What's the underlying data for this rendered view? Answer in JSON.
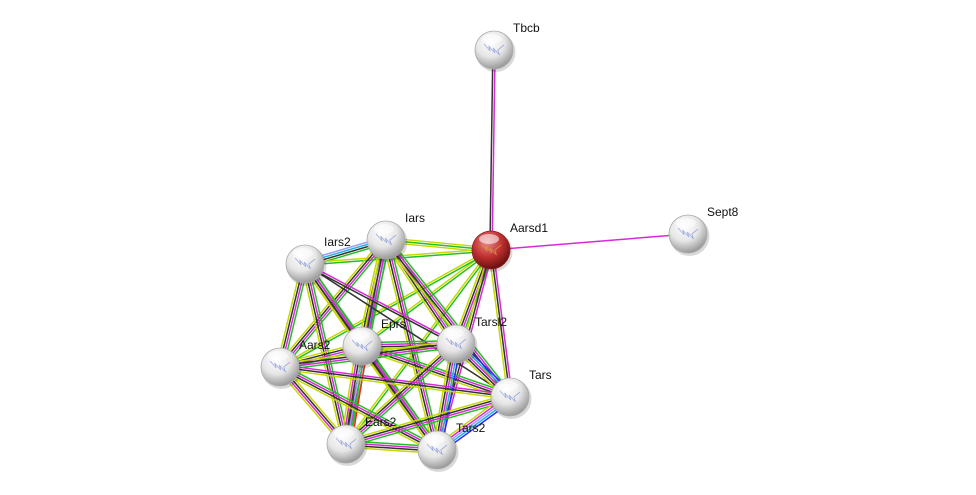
{
  "network": {
    "colors": {
      "experiments": "#d62ad6",
      "coexpression": "#333333",
      "textmining": "#c6d800",
      "neighborhood": "#22c022",
      "databases": "#22b4e0",
      "cooccurrence": "#2a2aff",
      "fusion": "#ff2020",
      "homology": "#9a9aff",
      "query_node": "#c03030",
      "node": "#e8e8e8"
    },
    "nodes": [
      {
        "id": "Tbcb",
        "label": "Tbcb"
      },
      {
        "id": "Sept8",
        "label": "Sept8"
      },
      {
        "id": "Aarsd1",
        "label": "Aarsd1",
        "query": true
      },
      {
        "id": "Iars",
        "label": "Iars"
      },
      {
        "id": "Iars2",
        "label": "Iars2"
      },
      {
        "id": "Eprs",
        "label": "Eprs"
      },
      {
        "id": "Tarsl2",
        "label": "Tarsl2"
      },
      {
        "id": "Aars2",
        "label": "Aars2"
      },
      {
        "id": "Tars",
        "label": "Tars"
      },
      {
        "id": "Ears2",
        "label": "Ears2"
      },
      {
        "id": "Tars2",
        "label": "Tars2"
      }
    ],
    "edges": [
      {
        "a": "Tbcb",
        "b": "Aarsd1",
        "ev": [
          "experiments",
          "coexpression"
        ]
      },
      {
        "a": "Aarsd1",
        "b": "Sept8",
        "ev": [
          "experiments"
        ]
      },
      {
        "a": "Iars2",
        "b": "Iars",
        "ev": [
          "homology",
          "databases",
          "coexpression",
          "neighborhood"
        ]
      },
      {
        "a": "Iars",
        "b": "Aarsd1",
        "ev": [
          "textmining",
          "neighborhood",
          "textmining"
        ]
      },
      {
        "a": "Iars2",
        "b": "Aarsd1",
        "ev": [
          "textmining",
          "neighborhood"
        ]
      },
      {
        "a": "Aarsd1",
        "b": "Tarsl2",
        "ev": [
          "neighborhood",
          "experiments",
          "coexpression",
          "textmining"
        ]
      },
      {
        "a": "Aarsd1",
        "b": "Tars",
        "ev": [
          "experiments",
          "coexpression",
          "textmining"
        ]
      },
      {
        "a": "Aarsd1",
        "b": "Tars2",
        "ev": [
          "experiments",
          "coexpression",
          "textmining"
        ]
      },
      {
        "a": "Aarsd1",
        "b": "Eprs",
        "ev": [
          "neighborhood",
          "textmining"
        ]
      },
      {
        "a": "Aarsd1",
        "b": "Aars2",
        "ev": [
          "neighborhood",
          "textmining"
        ]
      },
      {
        "a": "Aarsd1",
        "b": "Ears2",
        "ev": [
          "neighborhood",
          "textmining"
        ]
      },
      {
        "a": "Iars",
        "b": "Eprs",
        "ev": [
          "neighborhood",
          "databases",
          "experiments",
          "coexpression",
          "textmining"
        ]
      },
      {
        "a": "Iars",
        "b": "Tarsl2",
        "ev": [
          "neighborhood",
          "experiments",
          "coexpression",
          "textmining"
        ]
      },
      {
        "a": "Iars",
        "b": "Aars2",
        "ev": [
          "neighborhood",
          "experiments",
          "coexpression",
          "textmining"
        ]
      },
      {
        "a": "Iars",
        "b": "Tars",
        "ev": [
          "neighborhood",
          "experiments",
          "coexpression",
          "textmining"
        ]
      },
      {
        "a": "Iars",
        "b": "Ears2",
        "ev": [
          "neighborhood",
          "experiments",
          "coexpression",
          "textmining"
        ]
      },
      {
        "a": "Iars",
        "b": "Tars2",
        "ev": [
          "neighborhood",
          "experiments",
          "coexpression",
          "textmining"
        ]
      },
      {
        "a": "Iars2",
        "b": "Eprs",
        "ev": [
          "neighborhood",
          "experiments",
          "coexpression",
          "textmining"
        ]
      },
      {
        "a": "Iars2",
        "b": "Tarsl2",
        "ev": [
          "experiments",
          "coexpression"
        ]
      },
      {
        "a": "Iars2",
        "b": "Aars2",
        "ev": [
          "neighborhood",
          "experiments",
          "coexpression",
          "textmining"
        ]
      },
      {
        "a": "Iars2",
        "b": "Tars",
        "ev": [
          "coexpression"
        ]
      },
      {
        "a": "Iars2",
        "b": "Ears2",
        "ev": [
          "neighborhood",
          "experiments",
          "coexpression",
          "textmining"
        ]
      },
      {
        "a": "Iars2",
        "b": "Tars2",
        "ev": [
          "neighborhood",
          "experiments",
          "coexpression",
          "textmining"
        ]
      },
      {
        "a": "Eprs",
        "b": "Tarsl2",
        "ev": [
          "neighborhood",
          "experiments",
          "coexpression",
          "textmining"
        ]
      },
      {
        "a": "Eprs",
        "b": "Aars2",
        "ev": [
          "neighborhood",
          "experiments",
          "coexpression",
          "textmining"
        ]
      },
      {
        "a": "Eprs",
        "b": "Tars",
        "ev": [
          "neighborhood",
          "experiments",
          "coexpression",
          "textmining"
        ]
      },
      {
        "a": "Eprs",
        "b": "Ears2",
        "ev": [
          "fusion",
          "neighborhood",
          "homology",
          "coexpression",
          "experiments",
          "textmining"
        ]
      },
      {
        "a": "Eprs",
        "b": "Tars2",
        "ev": [
          "neighborhood",
          "experiments",
          "coexpression",
          "textmining"
        ]
      },
      {
        "a": "Tarsl2",
        "b": "Aars2",
        "ev": [
          "neighborhood",
          "experiments",
          "coexpression",
          "textmining"
        ]
      },
      {
        "a": "Tarsl2",
        "b": "Tars",
        "ev": [
          "cooccurrence",
          "databases",
          "experiments",
          "coexpression",
          "textmining"
        ]
      },
      {
        "a": "Tarsl2",
        "b": "Ears2",
        "ev": [
          "neighborhood",
          "experiments",
          "coexpression",
          "textmining"
        ]
      },
      {
        "a": "Tarsl2",
        "b": "Tars2",
        "ev": [
          "cooccurrence",
          "databases",
          "experiments",
          "coexpression",
          "textmining"
        ]
      },
      {
        "a": "Aars2",
        "b": "Tars",
        "ev": [
          "experiments",
          "coexpression",
          "textmining"
        ]
      },
      {
        "a": "Aars2",
        "b": "Ears2",
        "ev": [
          "textmining",
          "coexpression",
          "experiments",
          "textmining"
        ]
      },
      {
        "a": "Aars2",
        "b": "Tars2",
        "ev": [
          "neighborhood",
          "experiments",
          "coexpression",
          "textmining"
        ]
      },
      {
        "a": "Tars",
        "b": "Ears2",
        "ev": [
          "neighborhood",
          "experiments",
          "coexpression",
          "textmining"
        ]
      },
      {
        "a": "Tars",
        "b": "Tars2",
        "ev": [
          "cooccurrence",
          "databases",
          "homology",
          "experiments",
          "textmining"
        ]
      },
      {
        "a": "Ears2",
        "b": "Tars2",
        "ev": [
          "neighborhood",
          "experiments",
          "coexpression",
          "textmining"
        ]
      }
    ]
  }
}
